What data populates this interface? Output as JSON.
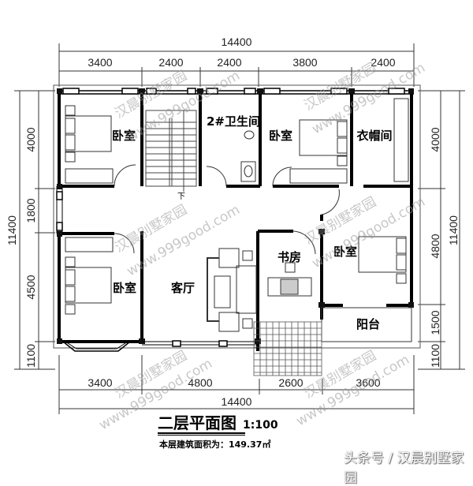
{
  "drawing": {
    "title": "二层平面图",
    "scale": "1:100",
    "area_label": "本层建筑面积为：149.37㎡",
    "credit": "头条号 / 汉晨别墅家园",
    "watermark_cn": "汉晨别墅家园",
    "watermark_url": "www.999good.com"
  },
  "dimensions": {
    "top_total": "14400",
    "top_segments": [
      "3400",
      "2400",
      "2400",
      "3800",
      "2400"
    ],
    "bottom_total": "14400",
    "bottom_segments": [
      "3400",
      "4800",
      "2600",
      "3600"
    ],
    "left_total": "11400",
    "left_segments": [
      "4000",
      "1800",
      "4500",
      "1100"
    ],
    "right_total": "11400",
    "right_segments": [
      "4000",
      "4800",
      "1500",
      "1100"
    ]
  },
  "rooms": {
    "bedroom_nw": "卧室",
    "bathroom": "2#卫生间",
    "bedroom_north": "卧室",
    "cloakroom": "衣帽间",
    "bedroom_sw": "卧室",
    "living_room": "客厅",
    "study": "书房",
    "bedroom_east": "卧室",
    "balcony": "阳台",
    "stair_down": "下"
  }
}
